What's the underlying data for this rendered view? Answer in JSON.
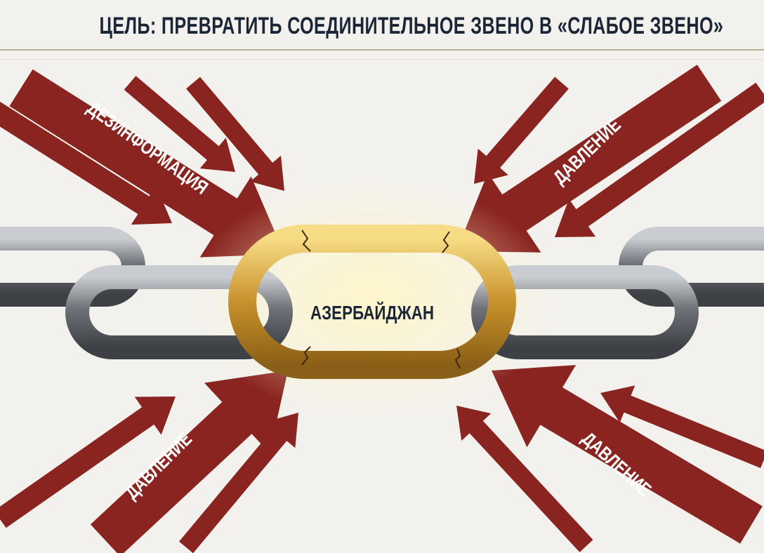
{
  "title": "ЦЕЛЬ: ПРЕВРАТИТЬ СОЕДИНИТЕЛЬНОЕ ЗВЕНО В «СЛАБОЕ ЗВЕНО»",
  "center_link_label": "АЗЕРБАЙДЖАН",
  "arrow_labels": {
    "top_left": "ДЕЗИНФОРМАЦИЯ",
    "top_right": "ДАВЛЕНИЕ",
    "bottom_left": "ДАВЛЕНИЕ",
    "bottom_right": "ДАВЛЕНИЕ"
  },
  "colors": {
    "arrow": "#8a2420",
    "title": "#1b2636",
    "gold": "#d4a53a",
    "steel": "#7a7d82",
    "background": "#f3f1ed"
  }
}
